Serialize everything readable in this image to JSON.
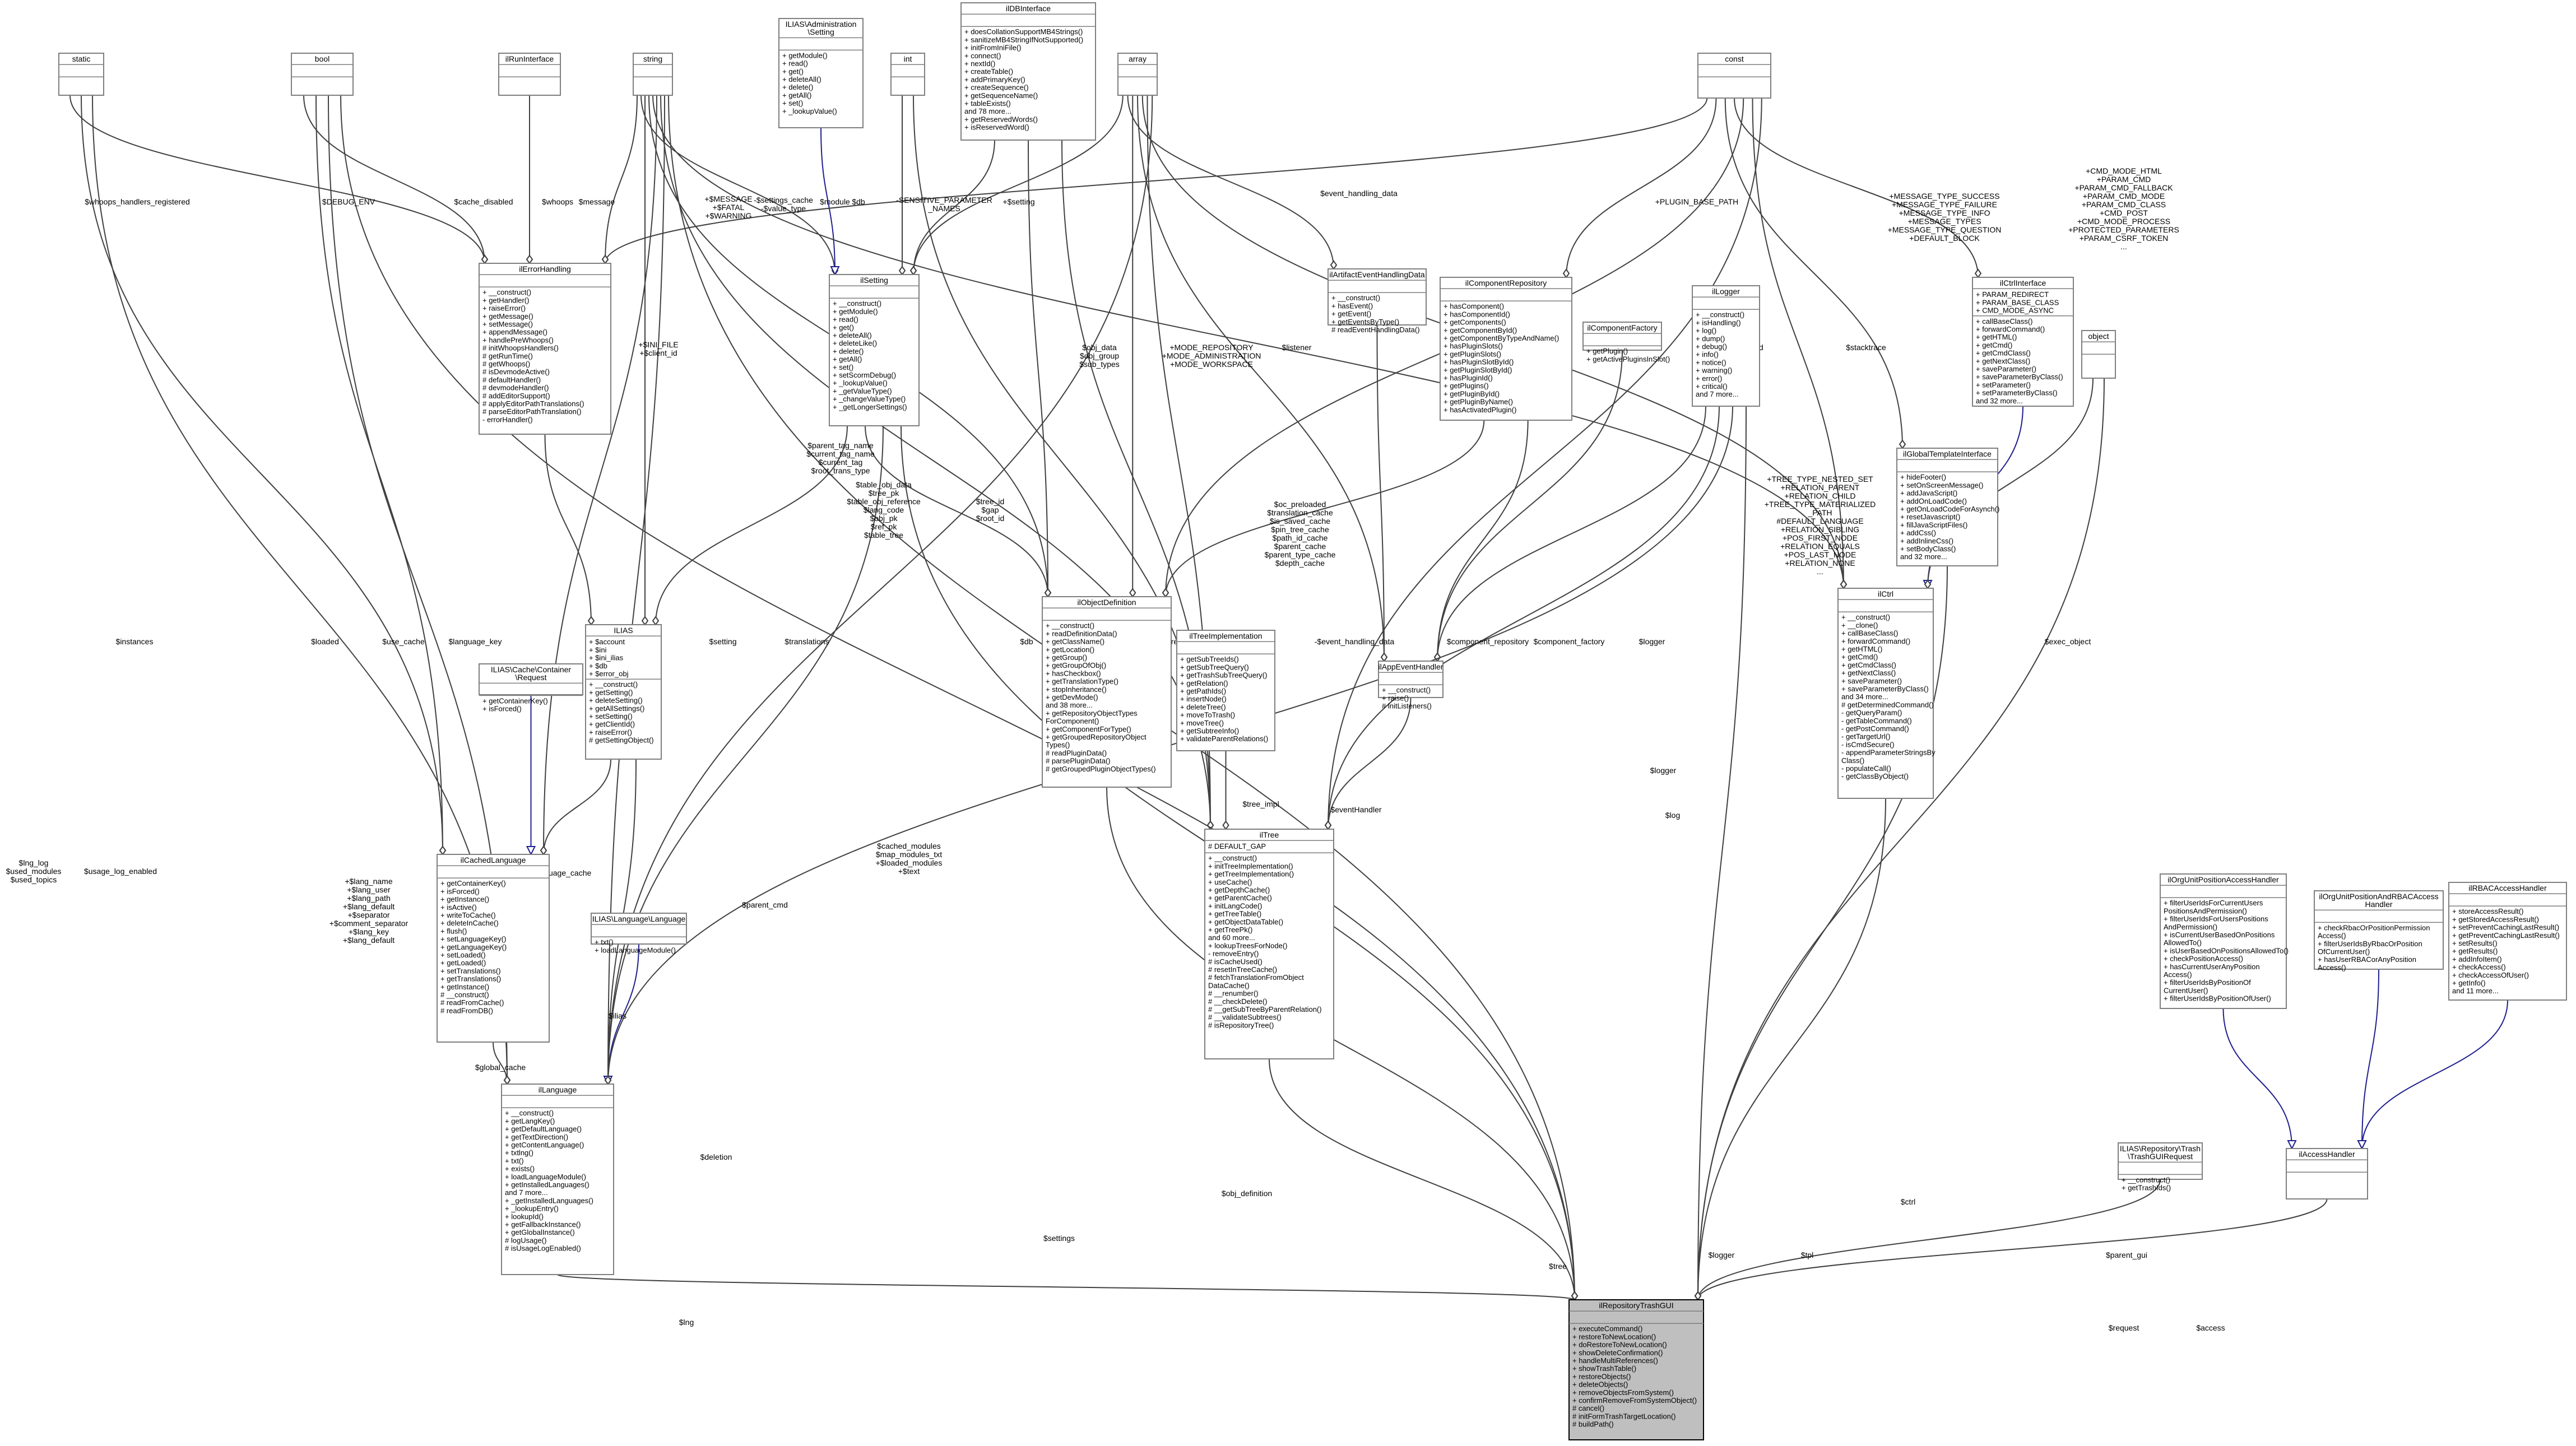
{
  "classes": [
    {
      "id": "static",
      "title": [
        "static"
      ],
      "attrs": [],
      "methods": []
    },
    {
      "id": "bool",
      "title": [
        "bool"
      ],
      "attrs": [],
      "methods": []
    },
    {
      "id": "runint",
      "title": [
        "ilRunInterface"
      ],
      "attrs": [],
      "methods": []
    },
    {
      "id": "string",
      "title": [
        "string"
      ],
      "attrs": [],
      "methods": []
    },
    {
      "id": "adminset",
      "title": [
        "ILIAS\\Administration",
        "\\Setting"
      ],
      "attrs": [],
      "methods": [
        "+ getModule()",
        "+ read()",
        "+ get()",
        "+ deleteAll()",
        "+ delete()",
        "+ getAll()",
        "+ set()",
        "+ _lookupValue()"
      ]
    },
    {
      "id": "int",
      "title": [
        "int"
      ],
      "attrs": [],
      "methods": []
    },
    {
      "id": "dbint",
      "title": [
        "ilDBInterface"
      ],
      "attrs": [],
      "methods": [
        "+ doesCollationSupportMB4Strings()",
        "+ sanitizeMB4StringIfNotSupported()",
        "+ initFromIniFile()",
        "+ connect()",
        "+ nextId()",
        "+ createTable()",
        "+ addPrimaryKey()",
        "+ createSequence()",
        "+ getSequenceName()",
        "+ tableExists()",
        "and 78 more...",
        "+ getReservedWords()",
        "+ isReservedWord()"
      ]
    },
    {
      "id": "array",
      "title": [
        "array"
      ],
      "attrs": [],
      "methods": []
    },
    {
      "id": "const",
      "title": [
        "const"
      ],
      "attrs": [],
      "methods": []
    },
    {
      "id": "object",
      "title": [
        "object"
      ],
      "attrs": [],
      "methods": []
    },
    {
      "id": "errh",
      "title": [
        "ilErrorHandling"
      ],
      "attrs": [],
      "methods": [
        "+ __construct()",
        "+ getHandler()",
        "+ raiseError()",
        "+ getMessage()",
        "+ setMessage()",
        "+ appendMessage()",
        "+ handlePreWhoops()",
        "# initWhoopsHandlers()",
        "# getRunTime()",
        "# getWhoops()",
        "# isDevmodeActive()",
        "# defaultHandler()",
        "# devmodeHandler()",
        "# addEditorSupport()",
        "# applyEditorPathTranslations()",
        "# parseEditorPathTranslation()",
        "- errorHandler()"
      ]
    },
    {
      "id": "ilsetting",
      "title": [
        "ilSetting"
      ],
      "attrs": [],
      "methods": [
        "+ __construct()",
        "+ getModule()",
        "+ read()",
        "+ get()",
        "+ deleteAll()",
        "+ deleteLike()",
        "+ delete()",
        "+ getAll()",
        "+ set()",
        "+ setScormDebug()",
        "+ _lookupValue()",
        "+ _getValueType()",
        "+ _changeValueType()",
        "+ _getLongerSettings()"
      ]
    },
    {
      "id": "artifact",
      "title": [
        "ilArtifactEventHandlingData"
      ],
      "attrs": [],
      "methods": [
        "+ __construct()",
        "+ hasEvent()",
        "+ getEvent()",
        "+ getEventsByType()",
        "# readEventHandlingData()"
      ]
    },
    {
      "id": "comprepo",
      "title": [
        "ilComponentRepository"
      ],
      "attrs": [],
      "methods": [
        "+ hasComponent()",
        "+ hasComponentId()",
        "+ getComponents()",
        "+ getComponentById()",
        "+ getComponentByTypeAndName()",
        "+ hasPluginSlots()",
        "+ getPluginSlots()",
        "+ hasPluginSlotById()",
        "+ getPluginSlotById()",
        "+ hasPluginId()",
        "+ getPlugins()",
        "+ getPluginById()",
        "+ getPluginByName()",
        "+ hasActivatedPlugin()"
      ]
    },
    {
      "id": "compfact",
      "title": [
        "ilComponentFactory"
      ],
      "attrs": [],
      "methods": [
        "+ getPlugin()",
        "+ getActivePluginsInSlot()"
      ]
    },
    {
      "id": "logger",
      "title": [
        "ilLogger"
      ],
      "attrs": [],
      "methods": [
        "+ __construct()",
        "+ isHandling()",
        "+ log()",
        "+ dump()",
        "+ debug()",
        "+ info()",
        "+ notice()",
        "+ warning()",
        "+ error()",
        "+ critical()",
        "and 7 more..."
      ]
    },
    {
      "id": "ctrlint",
      "title": [
        "ilCtrlInterface"
      ],
      "attrs": [
        "+ PARAM_REDIRECT",
        "+ PARAM_BASE_CLASS",
        "+ CMD_MODE_ASYNC"
      ],
      "methods": [
        "+ callBaseClass()",
        "+ forwardCommand()",
        "+ getHTML()",
        "+ getCmd()",
        "+ getCmdClass()",
        "+ getNextClass()",
        "+ saveParameter()",
        "+ saveParameterByClass()",
        "+ setParameter()",
        "+ setParameterByClass()",
        "and 32 more..."
      ]
    },
    {
      "id": "gtpl",
      "title": [
        "ilGlobalTemplateInterface"
      ],
      "attrs": [],
      "methods": [
        "+ hideFooter()",
        "+ setOnScreenMessage()",
        "+ addJavaScript()",
        "+ addOnLoadCode()",
        "+ getOnLoadCodeForAsynch()",
        "+ resetJavascript()",
        "+ fillJavaScriptFiles()",
        "+ addCss()",
        "+ addInlineCss()",
        "+ setBodyClass()",
        "and 32 more..."
      ]
    },
    {
      "id": "ilias",
      "title": [
        "ILIAS"
      ],
      "attrs": [
        "+ $account",
        "+ $ini",
        "+ $ini_ilias",
        "+ $db",
        "+ $error_obj"
      ],
      "methods": [
        "+ __construct()",
        "+ getSetting()",
        "+ deleteSetting()",
        "+ getAllSettings()",
        "+ setSetting()",
        "+ getClientId()",
        "+ raiseError()",
        "# getSettingObject()"
      ]
    },
    {
      "id": "cacheReq",
      "title": [
        "ILIAS\\Cache\\Container",
        "\\Request"
      ],
      "attrs": [],
      "methods": [
        "+ getContainerKey()",
        "+ isForced()"
      ]
    },
    {
      "id": "objdef",
      "title": [
        "ilObjectDefinition"
      ],
      "attrs": [],
      "methods": [
        "+ __construct()",
        "+ readDefinitionData()",
        "+ getClassName()",
        "+ getLocation()",
        "+ getGroup()",
        "+ getGroupOfObj()",
        "+ hasCheckbox()",
        "+ getTranslationType()",
        "+ stopInheritance()",
        "+ getDevMode()",
        "and 38 more...",
        "+ getRepositoryObjectTypes",
        "ForComponent()",
        "+ getComponentForType()",
        "+ getGroupedRepositoryObject",
        "Types()",
        "# readPluginData()",
        "# parsePluginData()",
        "# getGroupedPluginObjectTypes()"
      ]
    },
    {
      "id": "appevent",
      "title": [
        "ilAppEventHandler"
      ],
      "attrs": [],
      "methods": [
        "+ __construct()",
        "+ raise()",
        "# initListeners()"
      ]
    },
    {
      "id": "ilctrl",
      "title": [
        "ilCtrl"
      ],
      "attrs": [],
      "methods": [
        "+ __construct()",
        "+ __clone()",
        "+ callBaseClass()",
        "+ forwardCommand()",
        "+ getHTML()",
        "+ getCmd()",
        "+ getCmdClass()",
        "+ getNextClass()",
        "+ saveParameter()",
        "+ saveParameterByClass()",
        "and 34 more...",
        "# getDeterminedCommand()",
        "- getQueryParam()",
        "- getTableCommand()",
        "- getPostCommand()",
        "- getTargetUrl()",
        "- isCmdSecure()",
        "- appendParameterStringsBy",
        "Class()",
        "- populateCall()",
        "- getClassByObject()"
      ]
    },
    {
      "id": "treeimpl",
      "title": [
        "ilTreeImplementation"
      ],
      "attrs": [],
      "methods": [
        "+ getSubTreeIds()",
        "+ getSubTreeQuery()",
        "+ getTrashSubTreeQuery()",
        "+ getRelation()",
        "+ getPathIds()",
        "+ insertNode()",
        "+ deleteTree()",
        "+ moveToTrash()",
        "+ moveTree()",
        "+ getSubtreeInfo()",
        "+ validateParentRelations()"
      ]
    },
    {
      "id": "cachedlang",
      "title": [
        "ilCachedLanguage"
      ],
      "attrs": [],
      "methods": [
        "+ getContainerKey()",
        "+ isForced()",
        "+ getInstance()",
        "+ isActive()",
        "+ writeToCache()",
        "+ deleteInCache()",
        "+ flush()",
        "+ setLanguageKey()",
        "+ getLanguageKey()",
        "+ setLoaded()",
        "+ getLoaded()",
        "+ setTranslations()",
        "+ getTranslations()",
        "+ getInstance()",
        "# __construct()",
        "# readFromCache()",
        "# readFromDB()"
      ]
    },
    {
      "id": "langlang",
      "title": [
        "ILIAS\\Language\\Language"
      ],
      "attrs": [],
      "methods": [
        "+ txt()",
        "+ loadLanguageModule()"
      ]
    },
    {
      "id": "iltree",
      "title": [
        "ilTree"
      ],
      "attrs": [
        "# DEFAULT_GAP"
      ],
      "methods": [
        "+ __construct()",
        "+ initTreeImplementation()",
        "+ getTreeImplementation()",
        "+ useCache()",
        "+ getDepthCache()",
        "+ getParentCache()",
        "+ initLangCode()",
        "+ getTreeTable()",
        "+ getObjectDataTable()",
        "+ getTreePk()",
        "and 60 more...",
        "+ lookupTreesForNode()",
        "- removeEntry()",
        "# isCacheUsed()",
        "# resetInTreeCache()",
        "# fetchTranslationFromObject",
        "DataCache()",
        "# __renumber()",
        "# __checkDelete()",
        "# __getSubTreeByParentRelation()",
        "# __validateSubtrees()",
        "# isRepositoryTree()"
      ]
    },
    {
      "id": "illanguage",
      "title": [
        "ilLanguage"
      ],
      "attrs": [],
      "methods": [
        "+ __construct()",
        "+ getLangKey()",
        "+ getDefaultLanguage()",
        "+ getTextDirection()",
        "+ getContentLanguage()",
        "+ txtlng()",
        "+ txt()",
        "+ exists()",
        "+ loadLanguageModule()",
        "+ getInstalledLanguages()",
        "and 7 more...",
        "+ _getInstalledLanguages()",
        "+ _lookupEntry()",
        "+ lookupId()",
        "+ getFallbackInstance()",
        "+ getGlobalInstance()",
        "# logUsage()",
        "# isUsageLogEnabled()"
      ]
    },
    {
      "id": "ouposacc",
      "title": [
        "ilOrgUnitPositionAccessHandler"
      ],
      "attrs": [],
      "methods": [
        "+ filterUserIdsForCurrentUsers",
        "PositionsAndPermission()",
        "+ filterUserIdsForUsersPositions",
        "AndPermission()",
        "+ isCurrentUserBasedOnPositions",
        "AllowedTo()",
        "+ isUserBasedOnPositionsAllowedTo()",
        "+ checkPositionAccess()",
        "+ hasCurrentUserAnyPosition",
        "Access()",
        "+ filterUserIdsByPositionOf",
        "CurrentUser()",
        "+ filterUserIdsByPositionOfUser()"
      ]
    },
    {
      "id": "ouposrbac",
      "title": [
        "ilOrgUnitPositionAndRBACAccess",
        "Handler"
      ],
      "attrs": [],
      "methods": [
        "+ checkRbacOrPositionPermission",
        "Access()",
        "+ filterUserIdsByRbacOrPosition",
        "OfCurrentUser()",
        "+ hasUserRBACorAnyPosition",
        "Access()"
      ]
    },
    {
      "id": "rbacacc",
      "title": [
        "ilRBACAccessHandler"
      ],
      "attrs": [],
      "methods": [
        "+ storeAccessResult()",
        "+ getStoredAccessResult()",
        "+ setPreventCachingLastResult()",
        "+ getPreventCachingLastResult()",
        "+ setResults()",
        "+ getResults()",
        "+ addInfoItem()",
        "+ checkAccess()",
        "+ checkAccessOfUser()",
        "+ getInfo()",
        "and 11 more..."
      ]
    },
    {
      "id": "trashreq",
      "title": [
        "ILIAS\\Repository\\Trash",
        "\\TrashGUIRequest"
      ],
      "attrs": [],
      "methods": [
        "+ __construct()",
        "+ getTrashIds()"
      ]
    },
    {
      "id": "accesshandler",
      "title": [
        "ilAccessHandler"
      ],
      "attrs": [],
      "methods": []
    },
    {
      "id": "trashgui",
      "title": [
        "ilRepositoryTrashGUI"
      ],
      "attrs": [],
      "methods": [
        "+ executeCommand()",
        "+ restoreToNewLocation()",
        "+ doRestoreToNewLocation()",
        "+ showDeleteConfirmation()",
        "+ handleMultiReferences()",
        "+ showTrashTable()",
        "+ restoreObjects()",
        "+ deleteObjects()",
        "+ removeObjectsFromSystem()",
        "+ confirmRemoveFromSystemObject()",
        "# cancel()",
        "# initFormTrashTargetLocation()",
        "# buildPath()"
      ]
    }
  ],
  "edge_labels": [
    {
      "id": "l1",
      "lines": [
        "$whoops_handlers_registered"
      ]
    },
    {
      "id": "l2",
      "lines": [
        "$DEBUG_ENV"
      ]
    },
    {
      "id": "l3",
      "lines": [
        "$cache_disabled"
      ]
    },
    {
      "id": "l4",
      "lines": [
        "$whoops"
      ]
    },
    {
      "id": "l5",
      "lines": [
        "$message"
      ]
    },
    {
      "id": "l6",
      "lines": [
        "+$MESSAGE",
        "+$FATAL",
        "+$WARNING"
      ]
    },
    {
      "id": "l7",
      "lines": [
        "-$settings_cache",
        "-$value_type"
      ]
    },
    {
      "id": "l8",
      "lines": [
        "$module"
      ]
    },
    {
      "id": "l9",
      "lines": [
        "$db"
      ]
    },
    {
      "id": "l10",
      "lines": [
        "-SENSITIVE_PARAMETER",
        "_NAMES"
      ]
    },
    {
      "id": "l11",
      "lines": [
        "+$setting"
      ]
    },
    {
      "id": "l12",
      "lines": [
        "$event_handling_data"
      ]
    },
    {
      "id": "l13",
      "lines": [
        "+PLUGIN_BASE_PATH"
      ]
    },
    {
      "id": "l14",
      "lines": [
        "+MESSAGE_TYPE_SUCCESS",
        "+MESSAGE_TYPE_FAILURE",
        "+MESSAGE_TYPE_INFO",
        "+MESSAGE_TYPES",
        "+MESSAGE_TYPE_QUESTION",
        "+DEFAULT_BLOCK"
      ]
    },
    {
      "id": "l15",
      "lines": [
        "+CMD_MODE_HTML",
        "+PARAM_CMD",
        "+PARAM_CMD_FALLBACK",
        "+PARAM_CMD_MODE",
        "+PARAM_CMD_CLASS",
        "+CMD_POST",
        "+CMD_MODE_PROCESS",
        "+PROTECTED_PARAMETERS",
        "+PARAM_CSRF_TOKEN",
        "..."
      ]
    },
    {
      "id": "l16",
      "lines": [
        "+$INI_FILE",
        "+$client_id"
      ]
    },
    {
      "id": "l17",
      "lines": [
        "$parent_tag_name",
        "$current_tag_name",
        "$current_tag",
        "$root_trans_type"
      ]
    },
    {
      "id": "l18",
      "lines": [
        "+MODE_REPOSITORY",
        "+MODE_ADMINISTRATION",
        "+MODE_WORKSPACE"
      ]
    },
    {
      "id": "l19",
      "lines": [
        "$obj_data",
        "$obj_group",
        "$sub_types"
      ]
    },
    {
      "id": "l20",
      "lines": [
        "$listener"
      ]
    },
    {
      "id": "l21",
      "lines": [
        "$command"
      ]
    },
    {
      "id": "l22",
      "lines": [
        "$stacktrace"
      ]
    },
    {
      "id": "l23",
      "lines": [
        "+TREE_TYPE_NESTED_SET",
        "+RELATION_PARENT",
        "+RELATION_CHILD",
        "+TREE_TYPE_MATERIALIZED",
        "_PATH",
        "#DEFAULT_LANGUAGE",
        "+RELATION_SIBLING",
        "+POS_FIRST_NODE",
        "+RELATION_EQUALS",
        "+POS_LAST_NODE",
        "+RELATION_NONE",
        "..."
      ]
    },
    {
      "id": "l24",
      "lines": [
        "$instances"
      ]
    },
    {
      "id": "l25",
      "lines": [
        "$loaded"
      ]
    },
    {
      "id": "l26",
      "lines": [
        "$use_cache"
      ]
    },
    {
      "id": "l27",
      "lines": [
        "$language_key"
      ]
    },
    {
      "id": "l28",
      "lines": [
        "$error"
      ]
    },
    {
      "id": "l29",
      "lines": [
        "$setting"
      ]
    },
    {
      "id": "l30",
      "lines": [
        "$translations"
      ]
    },
    {
      "id": "l31",
      "lines": [
        "$table_obj_data",
        "$tree_pk",
        "$table_obj_reference",
        "$lang_code",
        "$obj_pk",
        "$ref_pk",
        "$table_tree"
      ]
    },
    {
      "id": "l32",
      "lines": [
        "$tree_id",
        "$gap",
        "$root_id"
      ]
    },
    {
      "id": "l33",
      "lines": [
        "$db"
      ]
    },
    {
      "id": "l34",
      "lines": [
        "$settings"
      ]
    },
    {
      "id": "l35",
      "lines": [
        "$component_repository"
      ]
    },
    {
      "id": "l36",
      "lines": [
        "$oc_preloaded",
        "$translation_cache",
        "$is_saved_cache",
        "$pin_tree_cache",
        "$path_id_cache",
        "$parent_cache",
        "$parent_type_cache",
        "$depth_cache"
      ]
    },
    {
      "id": "l37",
      "lines": [
        "-$event_handling_data"
      ]
    },
    {
      "id": "l38",
      "lines": [
        "$component_repository"
      ]
    },
    {
      "id": "l39",
      "lines": [
        "$component_factory"
      ]
    },
    {
      "id": "l40",
      "lines": [
        "$logger"
      ]
    },
    {
      "id": "l41",
      "lines": [
        "$logger"
      ]
    },
    {
      "id": "l42",
      "lines": [
        "$exec_object"
      ]
    },
    {
      "id": "l43",
      "lines": [
        "$lng_log",
        "$used_modules",
        "$used_topics"
      ]
    },
    {
      "id": "l44",
      "lines": [
        "$usage_log_enabled"
      ]
    },
    {
      "id": "l45",
      "lines": [
        "+$lang_name",
        "+$lang_user",
        "+$lang_path",
        "+$lang_default",
        "+$separator",
        "+$comment_separator",
        "+$lang_key",
        "+$lang_default"
      ]
    },
    {
      "id": "l46",
      "lines": [
        "$language_cache"
      ]
    },
    {
      "id": "l47",
      "lines": [
        "$cached_modules",
        "$map_modules_txt",
        "+$loaded_modules",
        "+$text"
      ]
    },
    {
      "id": "l48",
      "lines": [
        "$parent_cmd"
      ]
    },
    {
      "id": "l49",
      "lines": [
        "$tree_impl"
      ]
    },
    {
      "id": "l50",
      "lines": [
        "$eventHandler"
      ]
    },
    {
      "id": "l51",
      "lines": [
        "$log"
      ]
    },
    {
      "id": "l52",
      "lines": [
        "$ilias"
      ]
    },
    {
      "id": "l53",
      "lines": [
        "$global_cache"
      ]
    },
    {
      "id": "l54",
      "lines": [
        "$deletion"
      ]
    },
    {
      "id": "l55",
      "lines": [
        "$settings"
      ]
    },
    {
      "id": "l56",
      "lines": [
        "$obj_definition"
      ]
    },
    {
      "id": "l57",
      "lines": [
        "$lng"
      ]
    },
    {
      "id": "l58",
      "lines": [
        "$tree"
      ]
    },
    {
      "id": "l59",
      "lines": [
        "$logger"
      ]
    },
    {
      "id": "l60",
      "lines": [
        "$tpl"
      ]
    },
    {
      "id": "l61",
      "lines": [
        "$ctrl"
      ]
    },
    {
      "id": "l62",
      "lines": [
        "$parent_gui"
      ]
    },
    {
      "id": "l63",
      "lines": [
        "$request"
      ]
    },
    {
      "id": "l64",
      "lines": [
        "$access"
      ]
    }
  ]
}
